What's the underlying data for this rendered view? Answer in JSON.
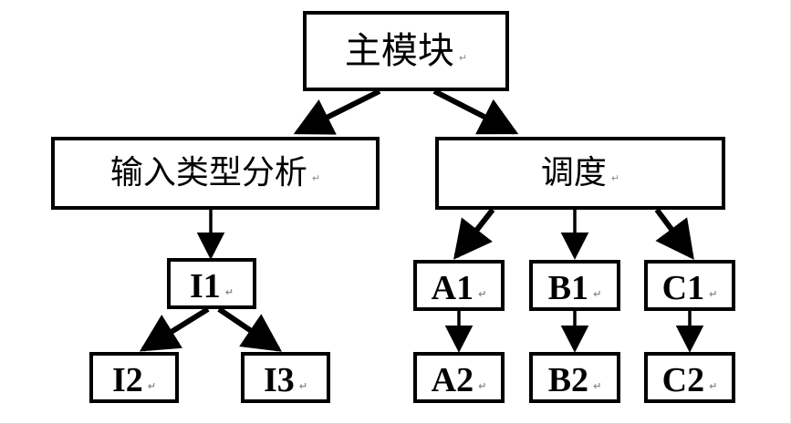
{
  "diagram": {
    "type": "hierarchy-tree",
    "title": "",
    "pilcrow_glyph": "↵",
    "colors": {
      "box_border": "#000000",
      "box_fill": "#ffffff",
      "connector": "#000000",
      "pilcrow": "#8a8a8a",
      "canvas": "#ffffff"
    },
    "nodes": [
      {
        "id": "root",
        "label": "主模块",
        "level": 1,
        "has_pilcrow": true
      },
      {
        "id": "input",
        "label": "输入类型分析",
        "level": 2,
        "has_pilcrow": true
      },
      {
        "id": "sched",
        "label": "调度",
        "level": 2,
        "has_pilcrow": true
      },
      {
        "id": "i1",
        "label": "I1",
        "level": 3,
        "has_pilcrow": true
      },
      {
        "id": "i2",
        "label": "I2",
        "level": 4,
        "has_pilcrow": true
      },
      {
        "id": "i3",
        "label": "I3",
        "level": 4,
        "has_pilcrow": true
      },
      {
        "id": "a1",
        "label": "A1",
        "level": 3,
        "has_pilcrow": true
      },
      {
        "id": "b1",
        "label": "B1",
        "level": 3,
        "has_pilcrow": true
      },
      {
        "id": "c1",
        "label": "C1",
        "level": 3,
        "has_pilcrow": true
      },
      {
        "id": "a2",
        "label": "A2",
        "level": 4,
        "has_pilcrow": true
      },
      {
        "id": "b2",
        "label": "B2",
        "level": 4,
        "has_pilcrow": true
      },
      {
        "id": "c2",
        "label": "C2",
        "level": 4,
        "has_pilcrow": true
      }
    ],
    "edges": [
      {
        "from": "root",
        "to": "input",
        "style": "diagonal-thick"
      },
      {
        "from": "root",
        "to": "sched",
        "style": "diagonal-thick"
      },
      {
        "from": "input",
        "to": "i1",
        "style": "vertical-thin"
      },
      {
        "from": "i1",
        "to": "i2",
        "style": "diagonal-thick"
      },
      {
        "from": "i1",
        "to": "i3",
        "style": "diagonal-thick"
      },
      {
        "from": "sched",
        "to": "a1",
        "style": "diagonal-thick"
      },
      {
        "from": "sched",
        "to": "b1",
        "style": "vertical-thin"
      },
      {
        "from": "sched",
        "to": "c1",
        "style": "diagonal-thick"
      },
      {
        "from": "a1",
        "to": "a2",
        "style": "vertical-thin"
      },
      {
        "from": "b1",
        "to": "b2",
        "style": "vertical-thin"
      },
      {
        "from": "c1",
        "to": "c2",
        "style": "vertical-thin"
      }
    ]
  }
}
